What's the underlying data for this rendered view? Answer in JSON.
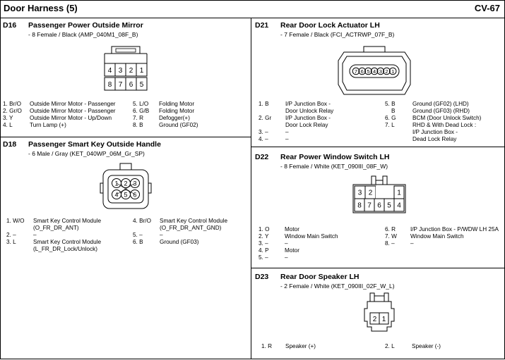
{
  "header": {
    "title": "Door Harness (5)",
    "code": "CV-67"
  },
  "d16": {
    "id": "D16",
    "title": "Passenger Power Outside Mirror",
    "sub": "- 8 Female / Black (AMP_040M1_08F_B)",
    "pins_left": [
      {
        "n": "1. Br/O",
        "d": "Outside Mirror Motor - Passenger"
      },
      {
        "n": "2. Gr/O",
        "d": "Outside Mirror Motor - Passenger"
      },
      {
        "n": "3. Y",
        "d": "Outside Mirror Motor - Up/Down"
      },
      {
        "n": "4. L",
        "d": "Turn Lamp (+)"
      }
    ],
    "pins_right": [
      {
        "n": "5. L/O",
        "d": "Folding Motor"
      },
      {
        "n": "6. G/B",
        "d": "Folding Motor"
      },
      {
        "n": "7. R",
        "d": "Defogger(+)"
      },
      {
        "n": "8. B",
        "d": "Ground (GF02)"
      }
    ],
    "top_row": [
      "4",
      "3",
      "2",
      "1"
    ],
    "bottom_row": [
      "8",
      "7",
      "6",
      "5"
    ]
  },
  "d18": {
    "id": "D18",
    "title": "Passenger  Smart Key Outside Handle",
    "sub": "- 6 Male / Gray (KET_040WP_06M_Gr_SP)",
    "pins_left": [
      {
        "n": "1. W/O",
        "d1": "Smart Key Control Module",
        "d2": "(O_FR_DR_ANT)"
      },
      {
        "n": "2. –",
        "d1": "–",
        "d2": ""
      },
      {
        "n": "3. L",
        "d1": "Smart Key Control Module",
        "d2": "(L_FR_DR_Lock/Unlock)"
      }
    ],
    "pins_right": [
      {
        "n": "4. Br/O",
        "d1": "Smart Key Control Module",
        "d2": "(O_FR_DR_ANT_GND)"
      },
      {
        "n": "5. –",
        "d1": "–",
        "d2": ""
      },
      {
        "n": "6. B",
        "d1": "Ground (GF03)",
        "d2": ""
      }
    ],
    "top_row": [
      "1",
      "2",
      "3"
    ],
    "bottom_row": [
      "4",
      "5",
      "6"
    ]
  },
  "d21": {
    "id": "D21",
    "title": "Rear Door Lock Actuator LH",
    "sub": "- 7 Female / Black (FCI_ACTRWP_07F_B)",
    "pins": [
      "7",
      "6",
      "5",
      "4",
      "3",
      "2",
      "1"
    ],
    "left": [
      {
        "n": "1. B",
        "d1": "I/P Junction Box -",
        "d2": "Door Unlock Relay"
      },
      {
        "n": "2. Gr",
        "d1": "I/P Junction Box -",
        "d2": "Door Lock Relay"
      },
      {
        "n": "3. –",
        "d1": "–",
        "d2": ""
      },
      {
        "n": "4. –",
        "d1": "–",
        "d2": ""
      }
    ],
    "right": [
      {
        "n": "5. B",
        "d": "Ground (GF02) (LHD)"
      },
      {
        "n": "B",
        "d": "Ground (GF03) (RHD)"
      },
      {
        "n": "6. G",
        "d": "BCM (Door Unlock Switch)"
      },
      {
        "n": "7. L",
        "d": "RHD & With Dead Lock :"
      },
      {
        "n": "",
        "d": "I/P Junction Box -"
      },
      {
        "n": "",
        "d": "Dead Lock Relay"
      }
    ]
  },
  "d22": {
    "id": "D22",
    "title": "Rear Power Window Switch LH",
    "sub": "- 8 Female / White (KET_090III_08F_W)",
    "top_row": [
      "3",
      "2",
      "1"
    ],
    "bottom_row": [
      "8",
      "7",
      "6",
      "5",
      "4"
    ],
    "left": [
      {
        "n": "1. O",
        "d": "Motor"
      },
      {
        "n": "2. Y",
        "d": "Window Main Switch"
      },
      {
        "n": "3. –",
        "d": "–"
      },
      {
        "n": "4. P",
        "d": "Motor"
      },
      {
        "n": "5. –",
        "d": "–"
      }
    ],
    "right": [
      {
        "n": "6. R",
        "d": "I/P Junction Box - P/WDW LH 25A"
      },
      {
        "n": "7. W",
        "d": "Window Main Switch"
      },
      {
        "n": "8. –",
        "d": "–"
      }
    ]
  },
  "d23": {
    "id": "D23",
    "title": "Rear Door Speaker LH",
    "sub": "- 2 Female / White (KET_090III_02F_W_L)",
    "pins": [
      "2",
      "1"
    ],
    "left": [
      {
        "n": "1. R",
        "d": "Speaker (+)"
      }
    ],
    "right": [
      {
        "n": "2. L",
        "d": "Speaker (-)"
      }
    ]
  }
}
